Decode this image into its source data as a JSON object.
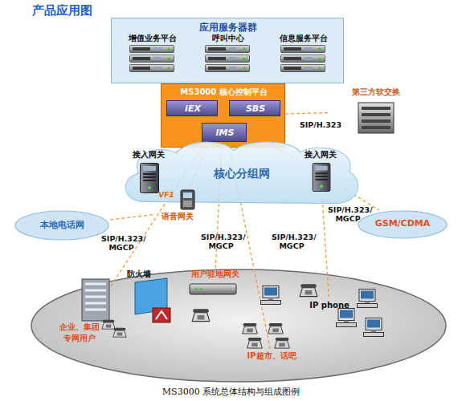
{
  "diagram": {
    "title": "产品应用图",
    "caption": "MS3000 系统总体结构与组成图例",
    "nodes": [
      {
        "text": [
          "应用服务器群"
        ]
      },
      {
        "text": [
          "增值业务平台"
        ],
        "in": 0
      },
      {
        "text": [
          "呼叫中心"
        ],
        "in": 0
      },
      {
        "text": [
          "信息服务平台"
        ],
        "in": 0
      },
      {
        "text": [
          "MS3000 核心控制平台"
        ]
      },
      {
        "text": [
          "iEX"
        ],
        "in": 4
      },
      {
        "text": [
          "SBS"
        ],
        "in": 4
      },
      {
        "text": [
          "IMS"
        ],
        "in": 4
      },
      {
        "text": [
          "第三方软交换"
        ]
      },
      {
        "text": [
          "核心分组网"
        ]
      },
      {
        "text": [
          "接入网关"
        ],
        "in": 9
      },
      {
        "text": [
          "接入网关"
        ],
        "in": 9
      },
      {
        "text": [
          "语音网关"
        ]
      },
      {
        "text": [
          "本地电话网"
        ]
      },
      {
        "text": [
          "GSM/CDMA"
        ]
      },
      {
        "text": [
          "防火墙"
        ]
      },
      {
        "text": [
          "用户驻地网关"
        ]
      },
      {
        "text": [
          "IP phone"
        ]
      },
      {
        "text": [
          "企业、集团专网用户"
        ]
      },
      {
        "text": [
          "IP超市、话吧"
        ]
      }
    ],
    "edges": [
      {
        "from": 4,
        "to": 8,
        "label": "SIP/H.323",
        "arrow": "none"
      },
      {
        "from": 4,
        "to": 10,
        "arrow": "none"
      },
      {
        "from": 4,
        "to": 11,
        "arrow": "none"
      },
      {
        "from": 4,
        "to": 12,
        "arrow": "none"
      },
      {
        "from": 12,
        "to": 13,
        "arrow": "none"
      },
      {
        "from": 11,
        "to": 14,
        "arrow": "none"
      },
      {
        "from": 4,
        "to": 18,
        "label": "SIP/H.323/ MGCP",
        "arrow": "none"
      },
      {
        "from": 4,
        "to": 16,
        "label": "SIP/H.323/ MGCP",
        "arrow": "none"
      },
      {
        "from": 4,
        "to": 19,
        "label": "SIP/H.323/ MGCP",
        "arrow": "none"
      },
      {
        "from": 11,
        "to": 17,
        "label": "SIP/H.323/ MGCP",
        "arrow": "none"
      }
    ],
    "labels": [
      "VF1"
    ]
  }
}
